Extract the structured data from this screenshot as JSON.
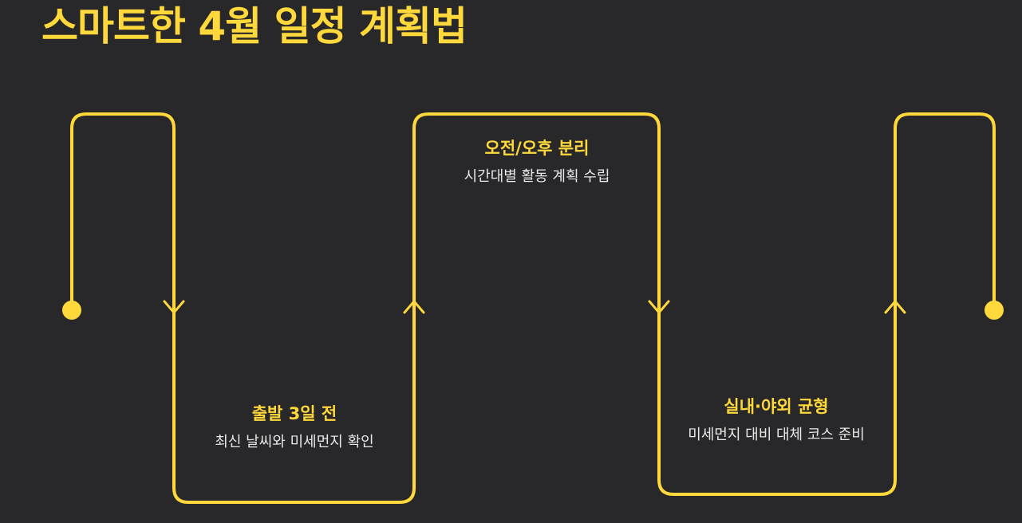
{
  "title": "스마트한 4월 일정 계획법",
  "colors": {
    "background": "#28272a",
    "accent": "#ffd93b",
    "text": "#e8e8e8"
  },
  "steps": [
    {
      "title": "출발 3일 전",
      "description": "최신 날씨와 미세먼지 확인"
    },
    {
      "title": "오전/오후 분리",
      "description": "시간대별 활동 계획 수립"
    },
    {
      "title": "실내·야외 균형",
      "description": "미세먼지 대비 대체 코스 준비"
    }
  ]
}
